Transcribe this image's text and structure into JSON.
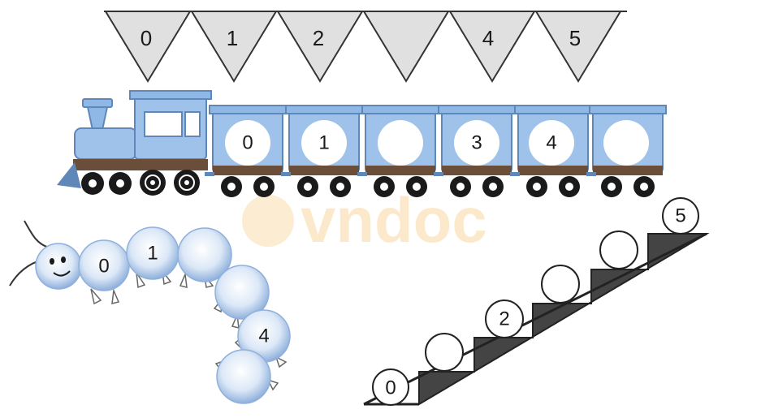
{
  "flags": [
    "0",
    "1",
    "2",
    "",
    "4",
    "5"
  ],
  "train": {
    "wagons": [
      "0",
      "1",
      "",
      "3",
      "4",
      ""
    ]
  },
  "caterpillar": {
    "segments": [
      "0",
      "1",
      "",
      "",
      "4",
      ""
    ]
  },
  "stairs": {
    "circles": [
      "0",
      "",
      "2",
      "",
      "",
      "5"
    ]
  },
  "watermark": {
    "text": "vndoc"
  },
  "colors": {
    "blue": "#8fb8e6",
    "light_blue": "#c9dcf2",
    "dark": "#444444"
  }
}
